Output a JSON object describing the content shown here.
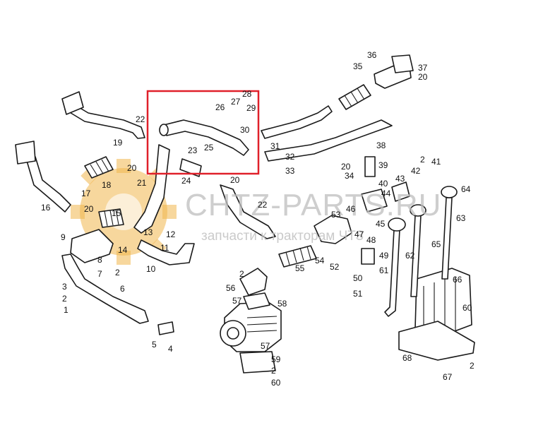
{
  "watermark": {
    "main": "CHTZ-PARTS.RU",
    "sub": "запчасти к тракторам ЧТЗ"
  },
  "highlight_color": "#e0202a",
  "watermark_color": "#bdbdbd",
  "gear_color": "#f1b64c",
  "labels": [
    "1",
    "2",
    "3",
    "4",
    "5",
    "6",
    "7",
    "8",
    "9",
    "10",
    "11",
    "12",
    "13",
    "14",
    "15",
    "16",
    "17",
    "18",
    "19",
    "20",
    "21",
    "22",
    "23",
    "24",
    "25",
    "26",
    "27",
    "28",
    "29",
    "30",
    "31",
    "32",
    "33",
    "34",
    "35",
    "36",
    "37",
    "38",
    "39",
    "40",
    "41",
    "42",
    "43",
    "44",
    "45",
    "46",
    "47",
    "48",
    "49",
    "50",
    "51",
    "52",
    "53",
    "54",
    "55",
    "56",
    "57",
    "58",
    "59",
    "60",
    "61",
    "62",
    "63",
    "64",
    "65",
    "66",
    "67",
    "68"
  ]
}
